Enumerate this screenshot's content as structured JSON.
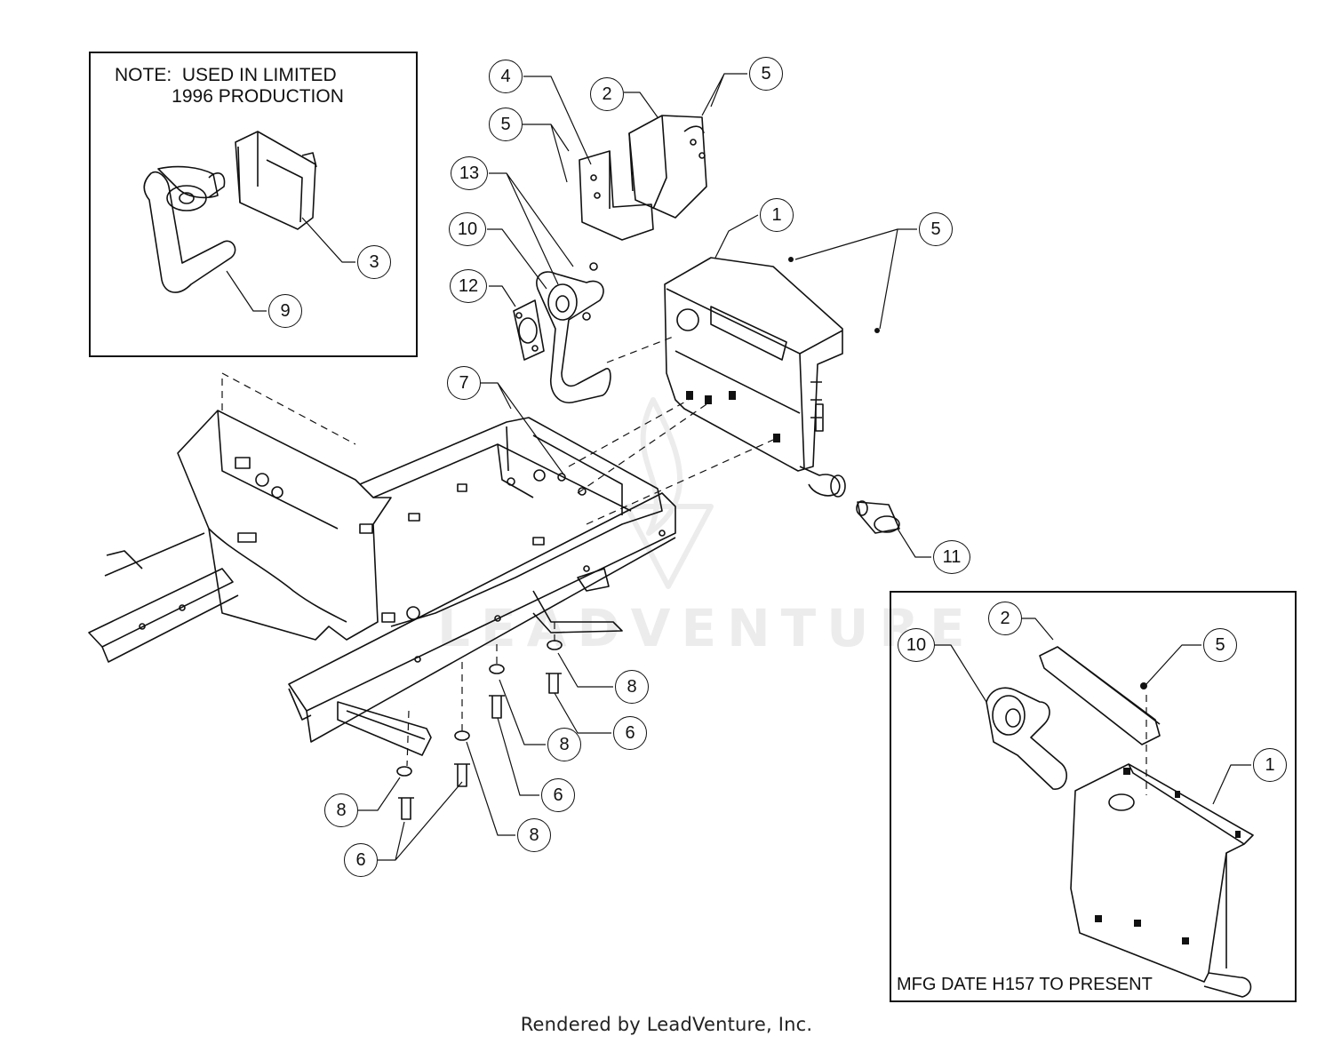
{
  "notes": {
    "top_box": "NOTE:  USED IN LIMITED\n           1996 PRODUCTION",
    "bottom_box": "MFG DATE H157 TO PRESENT"
  },
  "callouts": {
    "c1": "1",
    "c2": "2",
    "c3": "3",
    "c4": "4",
    "c5a": "5",
    "c5b": "5",
    "c5c": "5",
    "c7": "7",
    "c8a": "8",
    "c8b": "8",
    "c8c": "8",
    "c8d": "8",
    "c6a": "6",
    "c6b": "6",
    "c6c": "6",
    "c9": "9",
    "c10": "10",
    "c11": "11",
    "c12": "12",
    "c13": "13",
    "i2": "2",
    "i5": "5",
    "i10": "10",
    "i1": "1"
  },
  "watermark": "LEADVENTURE",
  "footer": "Rendered by LeadVenture, Inc."
}
